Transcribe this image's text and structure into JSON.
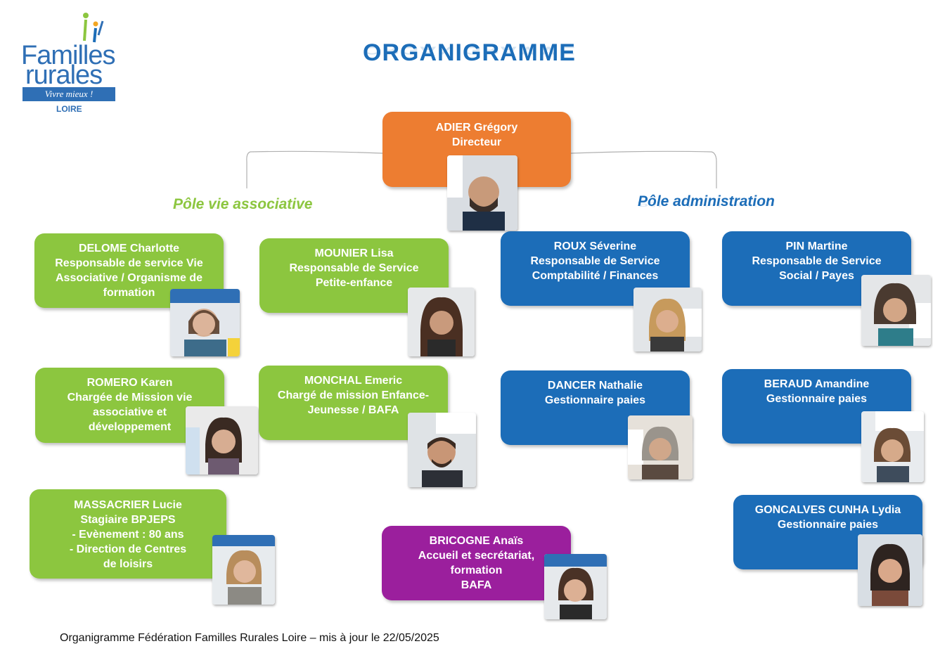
{
  "logo": {
    "line1": "Familles",
    "line2": "rurales",
    "banner": "Vivre mieux !",
    "sub": "LOIRE"
  },
  "title": "ORGANIGRAMME",
  "poles": {
    "association": "Pôle vie associative",
    "administration": "Pôle administration"
  },
  "director": {
    "name": "ADIER Grégory",
    "role": "Directeur"
  },
  "staff_association": [
    {
      "lines": [
        "DELOME Charlotte",
        "Responsable de service Vie",
        "Associative / Organisme de",
        "formation"
      ]
    },
    {
      "lines": [
        "MOUNIER Lisa",
        "Responsable de Service",
        "Petite-enfance"
      ]
    },
    {
      "lines": [
        "ROMERO Karen",
        "Chargée de Mission vie",
        "associative et",
        "développement"
      ]
    },
    {
      "lines": [
        "MONCHAL Emeric",
        "Chargé de mission Enfance-",
        "Jeunesse / BAFA"
      ]
    },
    {
      "lines": [
        "MASSACRIER Lucie",
        "Stagiaire BPJEPS",
        "-      Evènement : 80 ans",
        "-      Direction de Centres",
        "de loisirs"
      ]
    }
  ],
  "staff_admin": [
    {
      "lines": [
        "ROUX Séverine",
        "Responsable de Service",
        "Comptabilité / Finances"
      ]
    },
    {
      "lines": [
        "PIN Martine",
        "Responsable de Service",
        "Social / Payes"
      ]
    },
    {
      "lines": [
        "DANCER Nathalie",
        "Gestionnaire paies"
      ]
    },
    {
      "lines": [
        "BERAUD Amandine",
        "Gestionnaire paies"
      ]
    },
    {
      "lines": [
        "GONCALVES CUNHA Lydia",
        "Gestionnaire paies"
      ]
    }
  ],
  "staff_other": [
    {
      "lines": [
        "BRICOGNE Anaïs",
        "Accueil et secrétariat,",
        "formation",
        "BAFA"
      ]
    }
  ],
  "footer": "Organigramme Fédération Familles Rurales Loire – mis à jour le 22/05/2025",
  "colors": {
    "director": "#ed7d31",
    "association": "#8cc63f",
    "administration": "#1c6db8",
    "reception": "#9b1f9d",
    "title": "#1c6db8"
  }
}
